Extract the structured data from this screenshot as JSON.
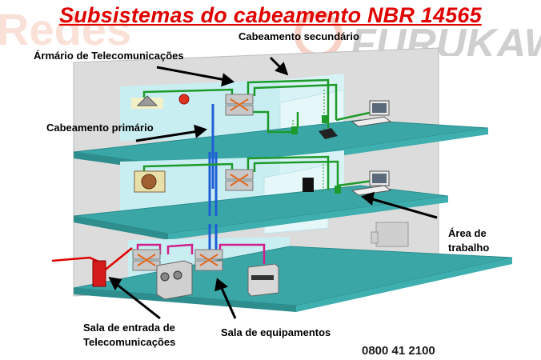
{
  "title": "Subsistemas do cabeamento NBR 14565",
  "labels": {
    "secundario": "Cabeamento secundário",
    "armario": "Ármário de Telecomunicações",
    "primario": "Cabeamento primário",
    "area_l1": "Área de",
    "area_l2": "trabalho",
    "sala_entrada_l1": "Sala de entrada de",
    "sala_entrada_l2": "Telecomunicações",
    "sala_equip": "Sala de equipamentos"
  },
  "logo_text": "FURUKAWA",
  "phone": "0800 41 2100",
  "colors": {
    "title": "#e00000",
    "floor": "#3aa6a6",
    "wall_back": "#d8d8d8",
    "room": "#c9eef2",
    "green_cable": "#1e9a2a",
    "blue_cable": "#1e5fd6",
    "magenta_cable": "#d0208a",
    "red_cable": "#e00000",
    "patch": "#e06a20"
  }
}
